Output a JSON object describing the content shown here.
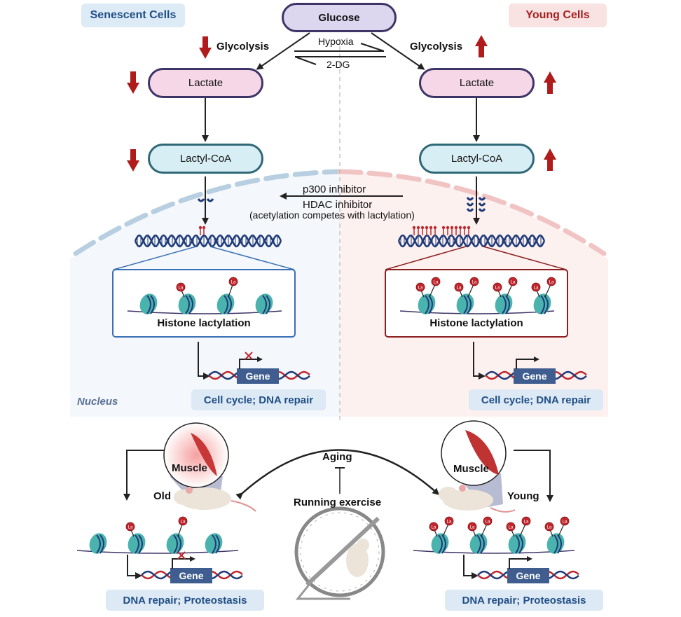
{
  "labels": {
    "senescent": "Senescent Cells",
    "young": "Young Cells",
    "glucose": "Glucose",
    "glycolysis_left": "Glycolysis",
    "glycolysis_right": "Glycolysis",
    "hypoxia": "Hypoxia",
    "two_dg": "2-DG",
    "lactate_left": "Lactate",
    "lactate_right": "Lactate",
    "lactylcoa_left": "Lactyl-CoA",
    "lactylcoa_right": "Lactyl-CoA",
    "p300": "p300 inhibitor",
    "hdac": "HDAC inhibitor",
    "hdac_note": "(acetylation competes with lactylation)",
    "histone_left": "Histone lactylation",
    "histone_right": "Histone lactylation",
    "gene": "Gene",
    "cell_outcome_left": "Cell cycle; DNA repair",
    "cell_outcome_right": "Cell cycle; DNA repair",
    "nucleus": "Nucleus",
    "muscle_left": "Muscle",
    "muscle_right": "Muscle",
    "old": "Old",
    "young_mouse": "Young",
    "aging": "Aging",
    "running": "Running exercise",
    "muscle_outcome_left": "DNA repair; Proteostasis",
    "muscle_outcome_right": "DNA repair; Proteostasis",
    "lactyl_mark": "La"
  },
  "states": {
    "senescent": {
      "glycolysis": "down",
      "lactate": "down",
      "lactyl_coa": "down",
      "gene_expression": "blocked",
      "lactyl_marks_per_nucleosome": [
        0,
        1,
        1,
        0
      ]
    },
    "young": {
      "glycolysis": "up",
      "lactate": "up",
      "lactyl_coa": "up",
      "gene_expression": "active",
      "lactyl_marks_per_nucleosome": [
        2,
        2,
        2,
        2
      ]
    }
  },
  "colors": {
    "senescent_accent": "#1f4e85",
    "young_accent": "#a32020",
    "arrow_red": "#b01c1c",
    "nucleosome": "#4bb3ad",
    "dna_blue": "#1f3a78",
    "lactyl_red": "#c0272d"
  }
}
